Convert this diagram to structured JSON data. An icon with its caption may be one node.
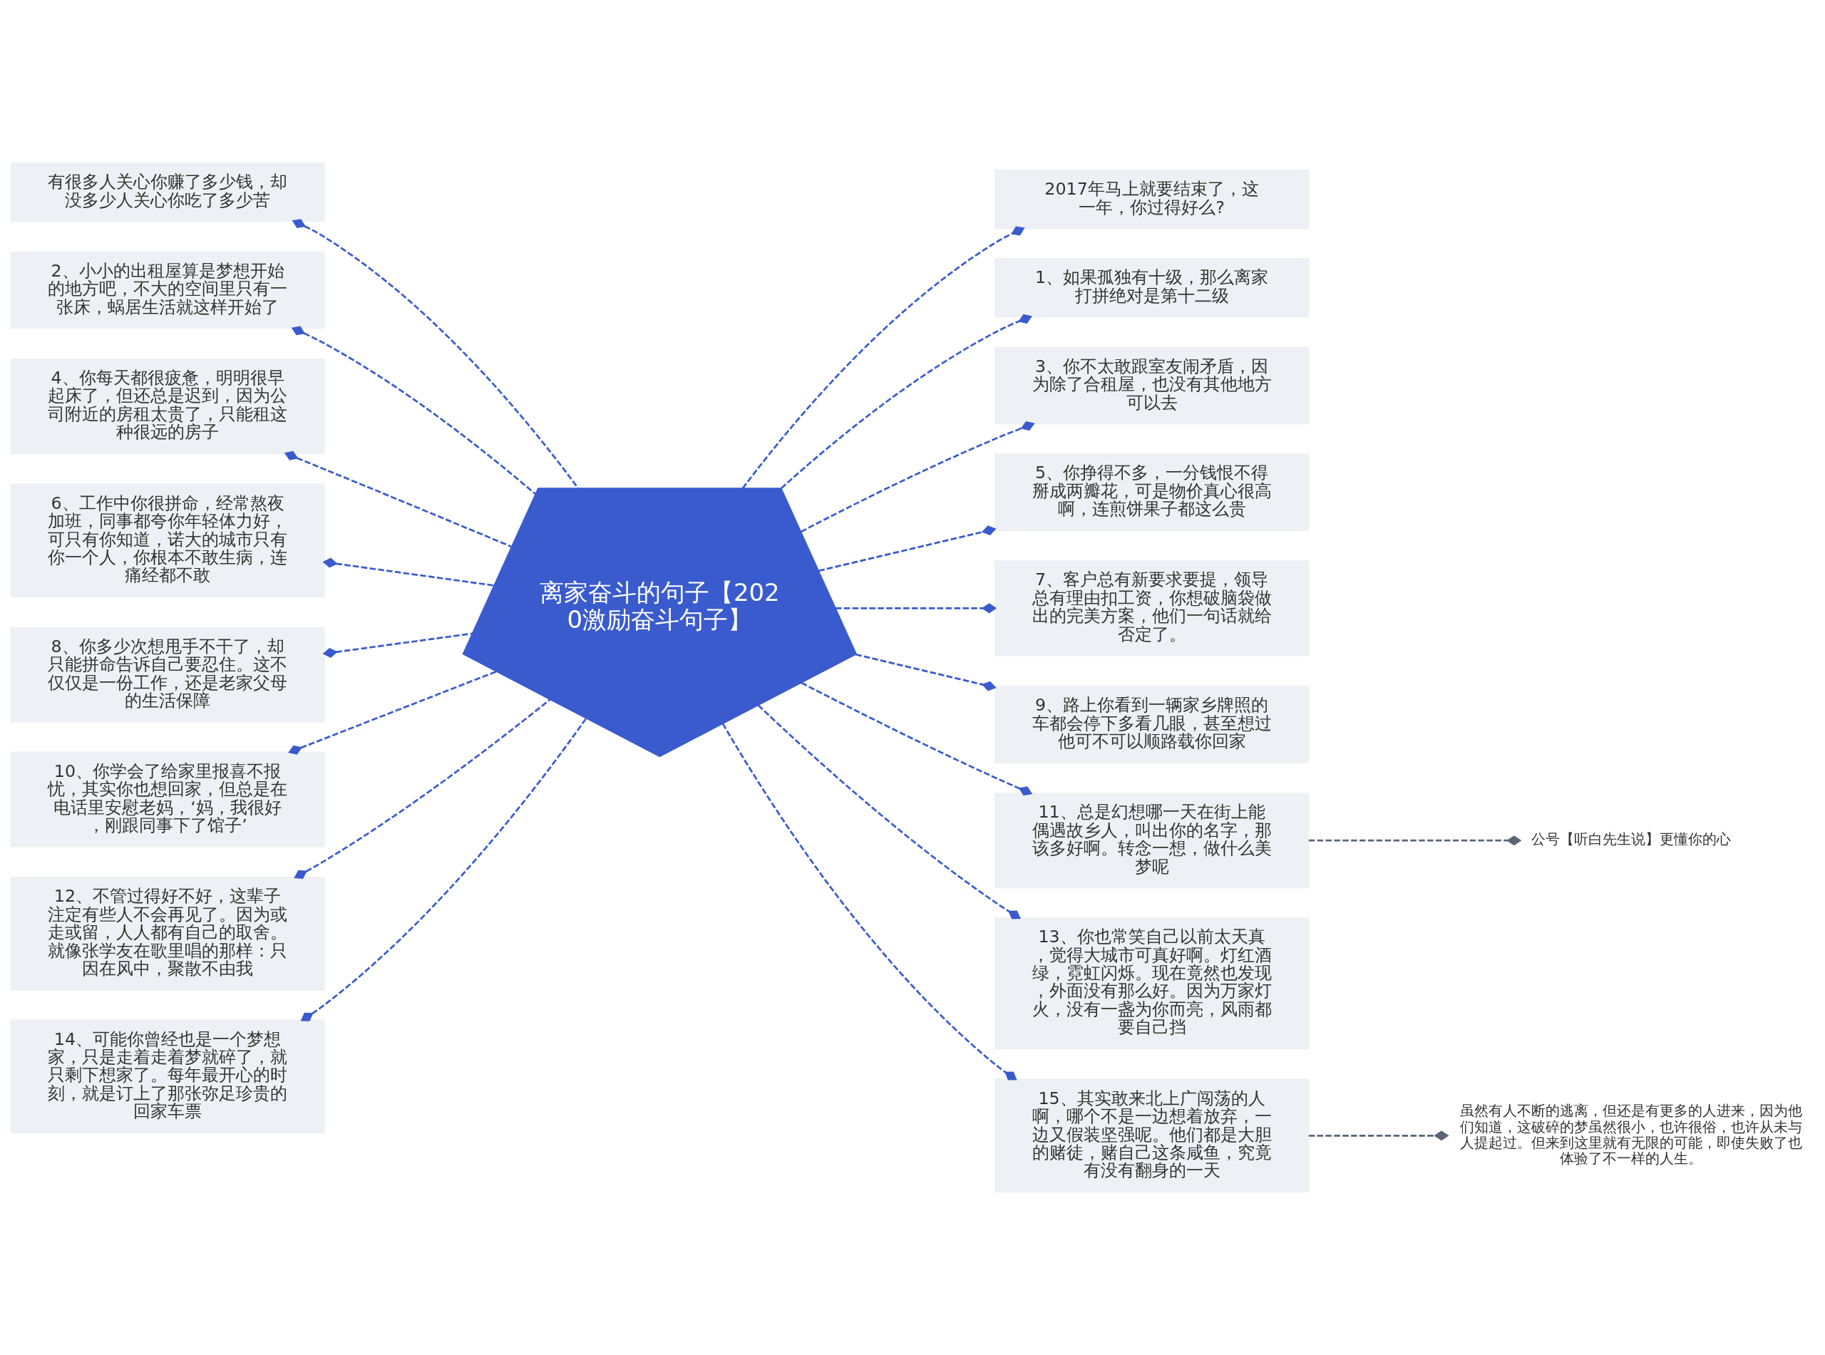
{
  "diagram": {
    "nodes": [
      {
        "text": [
          "离家奋斗的句子【2020激励奋斗句子】"
        ]
      },
      {
        "text": [
          "2017年马上就要结束了，这一年，你过得好么?"
        ]
      },
      {
        "text": [
          "1、如果孤独有十级，那么离家打拼绝对是第十二级"
        ]
      },
      {
        "text": [
          "3、你不太敢跟室友闹矛盾，因为除了合租屋，也没有其他地方可以去"
        ]
      },
      {
        "text": [
          "5、你挣得不多，一分钱恨不得掰成两瓣花，可是物价真心很高啊，连煎饼果子都这么贵"
        ]
      },
      {
        "text": [
          "7、客户总有新要求要提，领导总有理由扣工资，你想破脑袋做出的完美方案，他们一句话就给否定了。"
        ]
      },
      {
        "text": [
          "9、路上你看到一辆家乡牌照的车都会停下多看几眼，甚至想过他可不可以顺路载你回家"
        ]
      },
      {
        "text": [
          "11、总是幻想哪一天在街上能偶遇故乡人，叫出你的名字，那该多好啊。转念一想，做什么美梦呢"
        ]
      },
      {
        "text": [
          "13、你也常笑自己以前太天真，觉得大城市可真好啊。灯红酒绿，霓虹闪烁。现在竟然也发现，外面没有那么好。因为万家灯火，没有一盏为你而亮，风雨都要自己挡"
        ]
      },
      {
        "text": [
          "15、其实敢来北上广闯荡的人啊，哪个不是一边想着放弃，一边又假装坚强呢。他们都是大胆的赌徒，赌自己这条咸鱼，究竟有没有翻身的一天"
        ]
      },
      {
        "text": [
          "有很多人关心你赚了多少钱，却没多少人关心你吃了多少苦"
        ]
      },
      {
        "text": [
          "2、小小的出租屋算是梦想开始的地方吧，不大的空间里只有一张床，蜗居生活就这样开始了"
        ]
      },
      {
        "text": [
          "4、你每天都很疲惫，明明很早起床了，但还总是迟到，因为公司附近的房租太贵了，只能租这种很远的房子"
        ]
      },
      {
        "text": [
          "6、工作中你很拼命，经常熬夜加班，同事都夸你年轻体力好，可只有你知道，诺大的城市只有你一个人，你根本不敢生病，连痛经都不敢"
        ]
      },
      {
        "text": [
          "8、你多少次想甩手不干了，却只能拼命告诉自己要忍住。这不仅仅是一份工作，还是老家父母的生活保障"
        ]
      },
      {
        "text": [
          "10、你学会了给家里报喜不报忧，其实你也想回家，但总是在电话里安慰老妈，‘妈，我很好，刚跟同事下了馆子’"
        ]
      },
      {
        "text": [
          "12、不管过得好不好，这辈子注定有些人不会再见了。因为或走或留，人人都有自己的取舍。就像张学友在歌里唱的那样：只因在风中，聚散不由我"
        ]
      },
      {
        "text": [
          "14、可能你曾经也是一个梦想家，只是走着走着梦就碎了，就只剩下想家了。每年最开心的时刻，就是订上了那张弥足珍贵的回家车票"
        ]
      },
      {
        "text": [
          "公号【听白先生说】更懂你的心"
        ]
      },
      {
        "text": [
          "虽然有人不断的逃离，但还是有更多的人进来，因为他们知道，这破碎的梦虽然很小，也许很俗，也许从未与人提起过。但来到这里就有无限的可能，即使失败了也体验了不一样的人生。"
        ]
      }
    ],
    "edges": [
      {
        "from": 0,
        "to": 1,
        "arrow": "other",
        "style": "dashed"
      },
      {
        "from": 0,
        "to": 2,
        "arrow": "other",
        "style": "dashed"
      },
      {
        "from": 0,
        "to": 3,
        "arrow": "other",
        "style": "dashed"
      },
      {
        "from": 0,
        "to": 4,
        "arrow": "other",
        "style": "dashed"
      },
      {
        "from": 0,
        "to": 5,
        "arrow": "other",
        "style": "dashed"
      },
      {
        "from": 0,
        "to": 6,
        "arrow": "other",
        "style": "dashed"
      },
      {
        "from": 0,
        "to": 7,
        "arrow": "other",
        "style": "dashed"
      },
      {
        "from": 0,
        "to": 8,
        "arrow": "other",
        "style": "dashed"
      },
      {
        "from": 0,
        "to": 9,
        "arrow": "other",
        "style": "dashed"
      },
      {
        "from": 0,
        "to": 10,
        "arrow": "other",
        "style": "dashed"
      },
      {
        "from": 0,
        "to": 11,
        "arrow": "other",
        "style": "dashed"
      },
      {
        "from": 0,
        "to": 12,
        "arrow": "other",
        "style": "dashed"
      },
      {
        "from": 0,
        "to": 13,
        "arrow": "other",
        "style": "dashed"
      },
      {
        "from": 0,
        "to": 14,
        "arrow": "other",
        "style": "dashed"
      },
      {
        "from": 0,
        "to": 15,
        "arrow": "other",
        "style": "dashed"
      },
      {
        "from": 0,
        "to": 16,
        "arrow": "other",
        "style": "dashed"
      },
      {
        "from": 0,
        "to": 17,
        "arrow": "other",
        "style": "dashed"
      },
      {
        "from": 7,
        "to": 18,
        "arrow": "other",
        "style": "dashed",
        "color": "#5b6478"
      },
      {
        "from": 9,
        "to": 19,
        "arrow": "other",
        "style": "dashed",
        "color": "#5b6478"
      }
    ]
  }
}
